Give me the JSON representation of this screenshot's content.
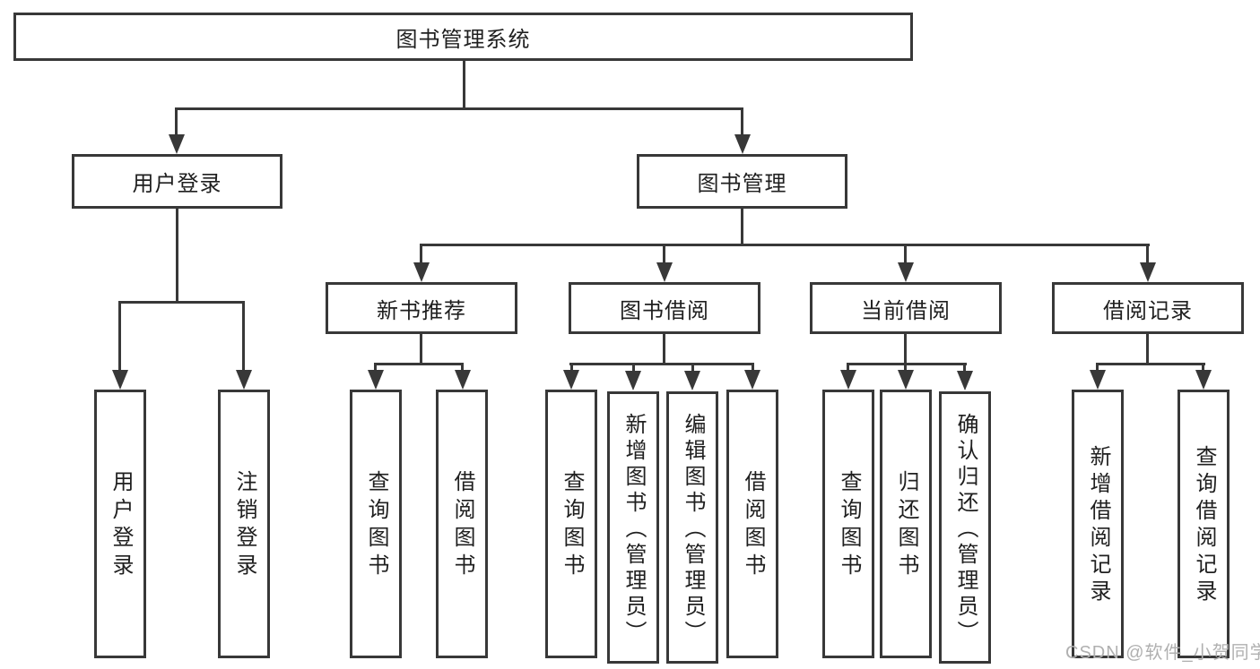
{
  "watermark": {
    "text": "CSDN @软件_小贺同学"
  },
  "colors": {
    "line": "#383838",
    "border": "#383838",
    "text": "#1f1f1f",
    "background": "#ffffff",
    "watermark": "#b0b0b0"
  },
  "tree": {
    "root": {
      "label": "图书管理系统"
    },
    "user": {
      "label": "用户登录",
      "children": [
        {
          "label": "用户登录"
        },
        {
          "label": "注销登录"
        }
      ]
    },
    "book": {
      "label": "图书管理",
      "sections": [
        {
          "label": "新书推荐",
          "children": [
            {
              "label": "查询图书"
            },
            {
              "label": "借阅图书"
            }
          ]
        },
        {
          "label": "图书借阅",
          "children": [
            {
              "label": "查询图书"
            },
            {
              "label": "新增图书（管理员）"
            },
            {
              "label": "编辑图书（管理员）"
            },
            {
              "label": "借阅图书"
            }
          ]
        },
        {
          "label": "当前借阅",
          "children": [
            {
              "label": "查询图书"
            },
            {
              "label": "归还图书"
            },
            {
              "label": "确认归还（管理员）"
            }
          ]
        },
        {
          "label": "借阅记录",
          "children": [
            {
              "label": "新增借阅记录"
            },
            {
              "label": "查询借阅记录"
            }
          ]
        }
      ]
    }
  }
}
